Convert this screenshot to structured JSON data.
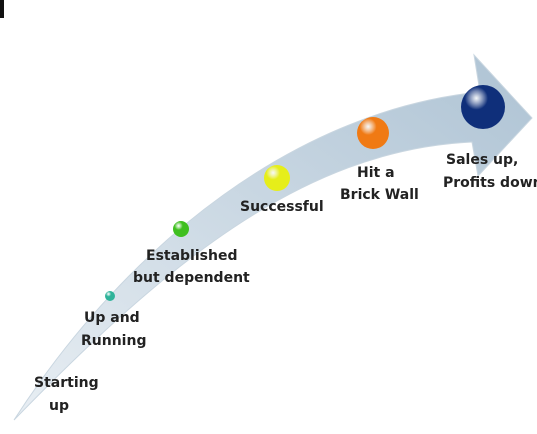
{
  "stages": [
    {
      "line1": "Starting",
      "line2": "up",
      "ball_color": ""
    },
    {
      "line1": "Up and",
      "line2": "Running",
      "ball_color": "#2fb39a"
    },
    {
      "line1": "Established",
      "line2": "but dependent",
      "ball_color": "#3fbf1f"
    },
    {
      "line1": "Successful",
      "line2": "",
      "ball_color": "#e6ee1a"
    },
    {
      "line1": "Hit a",
      "line2": "Brick Wall",
      "ball_color": "#f07a14"
    },
    {
      "line1": "Sales up,",
      "line2": "Profits down",
      "ball_color": "#0f2f7a"
    }
  ],
  "colors": {
    "arrow_light": "#e8eef3",
    "arrow_dark": "#aec3d4",
    "corner_mark": "#111111"
  }
}
